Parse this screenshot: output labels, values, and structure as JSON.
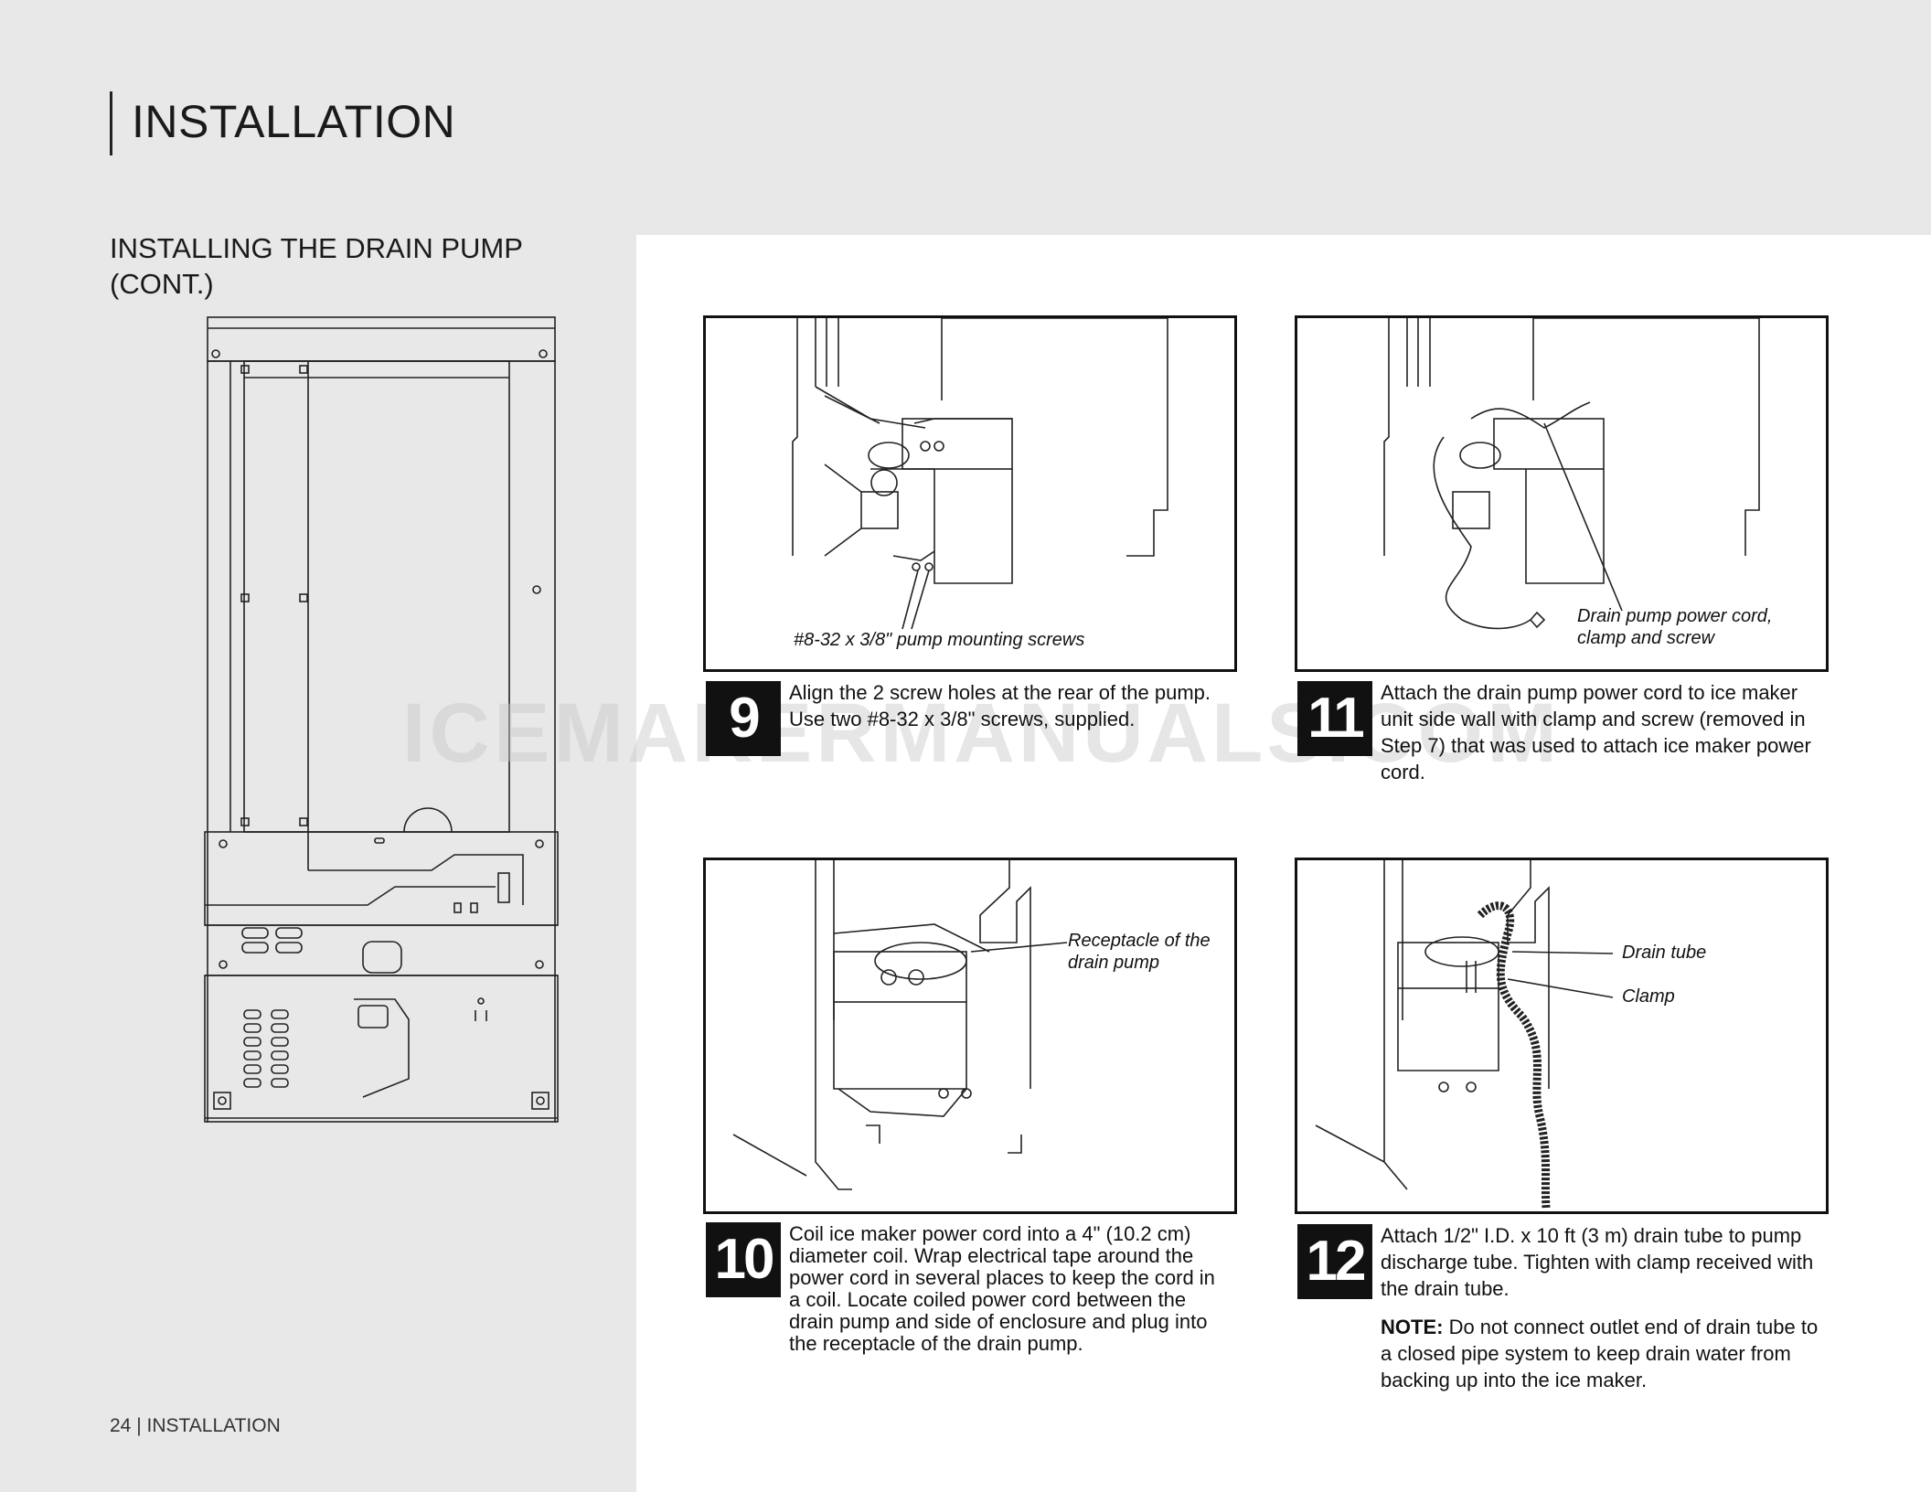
{
  "header": {
    "title": "INSTALLATION"
  },
  "section": {
    "title": "INSTALLING THE DRAIN PUMP (CONT.)"
  },
  "footer": {
    "text": "24 | INSTALLATION"
  },
  "watermark": "ICEMAKERMANUALS.COM",
  "steps": [
    {
      "number": "9",
      "callout": "#8-32 x 3/8\" pump mounting screws",
      "text": "Align the 2 screw holes at the rear of the pump. Use two #8-32 x 3/8\" screws, supplied."
    },
    {
      "number": "11",
      "callout": "Drain pump power cord, clamp and screw",
      "text": "Attach the drain pump power cord to ice maker unit side wall with clamp and screw (removed in Step 7) that was used to attach ice maker power cord."
    },
    {
      "number": "10",
      "callout": "Receptacle of the drain pump",
      "text": "Coil ice maker power cord into a 4\" (10.2 cm) diameter coil. Wrap electrical tape around the power cord in several places to keep the cord in a coil. Locate coiled power cord between the drain pump and side of enclosure and plug into the receptacle of the drain pump."
    },
    {
      "number": "12",
      "callouts": [
        "Drain tube",
        "Clamp"
      ],
      "text": "Attach 1/2\" I.D. x 10 ft (3 m) drain tube to pump discharge tube. Tighten with clamp received with the drain tube.",
      "note_label": "NOTE:",
      "note_text": " Do not connect outlet end of drain tube to a closed pipe system to keep drain water from backing up into the ice maker."
    }
  ]
}
